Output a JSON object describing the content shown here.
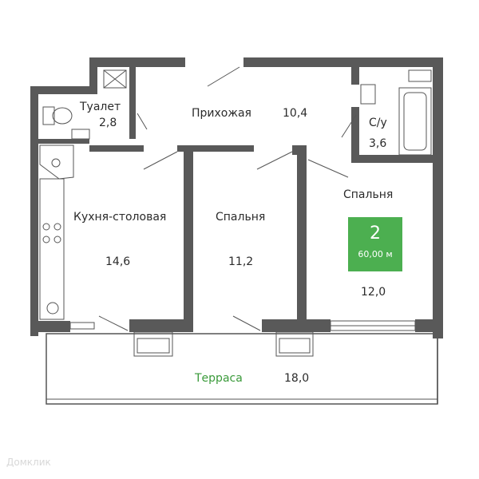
{
  "rooms": {
    "toilet": {
      "name": "Туалет",
      "area": "2,8"
    },
    "hall": {
      "name": "Прихожая",
      "area": "10,4"
    },
    "bathroom": {
      "name": "С/у",
      "area": "3,6"
    },
    "kitchen": {
      "name": "Кухня-столовая",
      "area": "14,6"
    },
    "bedroom1": {
      "name": "Спальня",
      "area": "11,2"
    },
    "bedroom2": {
      "name": "Спальня",
      "area": "12,0"
    },
    "terrace": {
      "name": "Терраса",
      "area": "18,0"
    }
  },
  "badge": {
    "rooms": "2",
    "total_area": "60,00 м"
  },
  "watermark": "Домклик",
  "colors": {
    "wall": "#595959",
    "accent": "#4caf50",
    "terrace_label": "#3a9a3a",
    "line": "#555555"
  }
}
